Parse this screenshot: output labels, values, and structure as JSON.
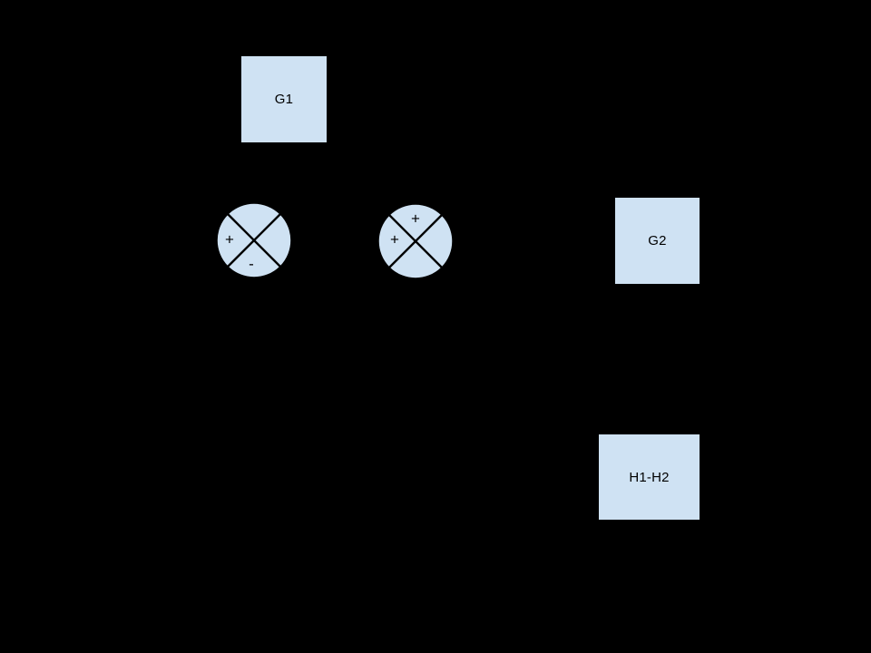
{
  "diagram": {
    "kind": "control-system-block-diagram",
    "colors": {
      "background": "#000000",
      "shape_fill": "#cfe2f3",
      "shape_stroke": "#000000"
    },
    "blocks": [
      {
        "id": "g1",
        "label": "G1"
      },
      {
        "id": "g2",
        "label": "G2"
      },
      {
        "id": "h1h2",
        "label": "H1-H2"
      }
    ],
    "summing_junctions": [
      {
        "id": "sum-left",
        "signs": [
          {
            "position": "left",
            "symbol": "+"
          },
          {
            "position": "bottom",
            "symbol": "-"
          }
        ]
      },
      {
        "id": "sum-right",
        "signs": [
          {
            "position": "top",
            "symbol": "+"
          },
          {
            "position": "left",
            "symbol": "+"
          }
        ]
      }
    ]
  }
}
